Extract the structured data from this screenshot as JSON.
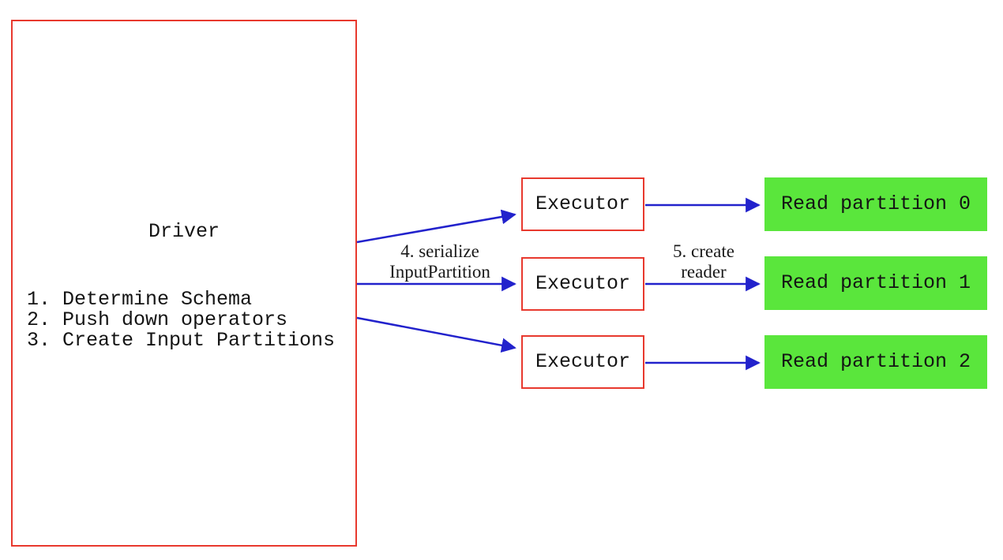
{
  "diagram": {
    "driver": {
      "title": "Driver",
      "steps": [
        "1. Determine Schema",
        "2. Push down operators",
        "3. Create Input Partitions"
      ]
    },
    "executors": [
      {
        "label": "Executor"
      },
      {
        "label": "Executor"
      },
      {
        "label": "Executor"
      }
    ],
    "partitions": [
      {
        "label": "Read partition 0"
      },
      {
        "label": "Read partition 1"
      },
      {
        "label": "Read partition 2"
      }
    ],
    "edge_labels": {
      "serialize": {
        "line1": "4. serialize",
        "line2": "InputPartition"
      },
      "create_reader": {
        "line1": "5. create",
        "line2": "reader"
      }
    },
    "colors": {
      "box_border_red": "#e8392e",
      "arrow_blue": "#2222cc",
      "partition_green": "#5ae63c",
      "text": "#141414",
      "background": "#ffffff"
    }
  }
}
